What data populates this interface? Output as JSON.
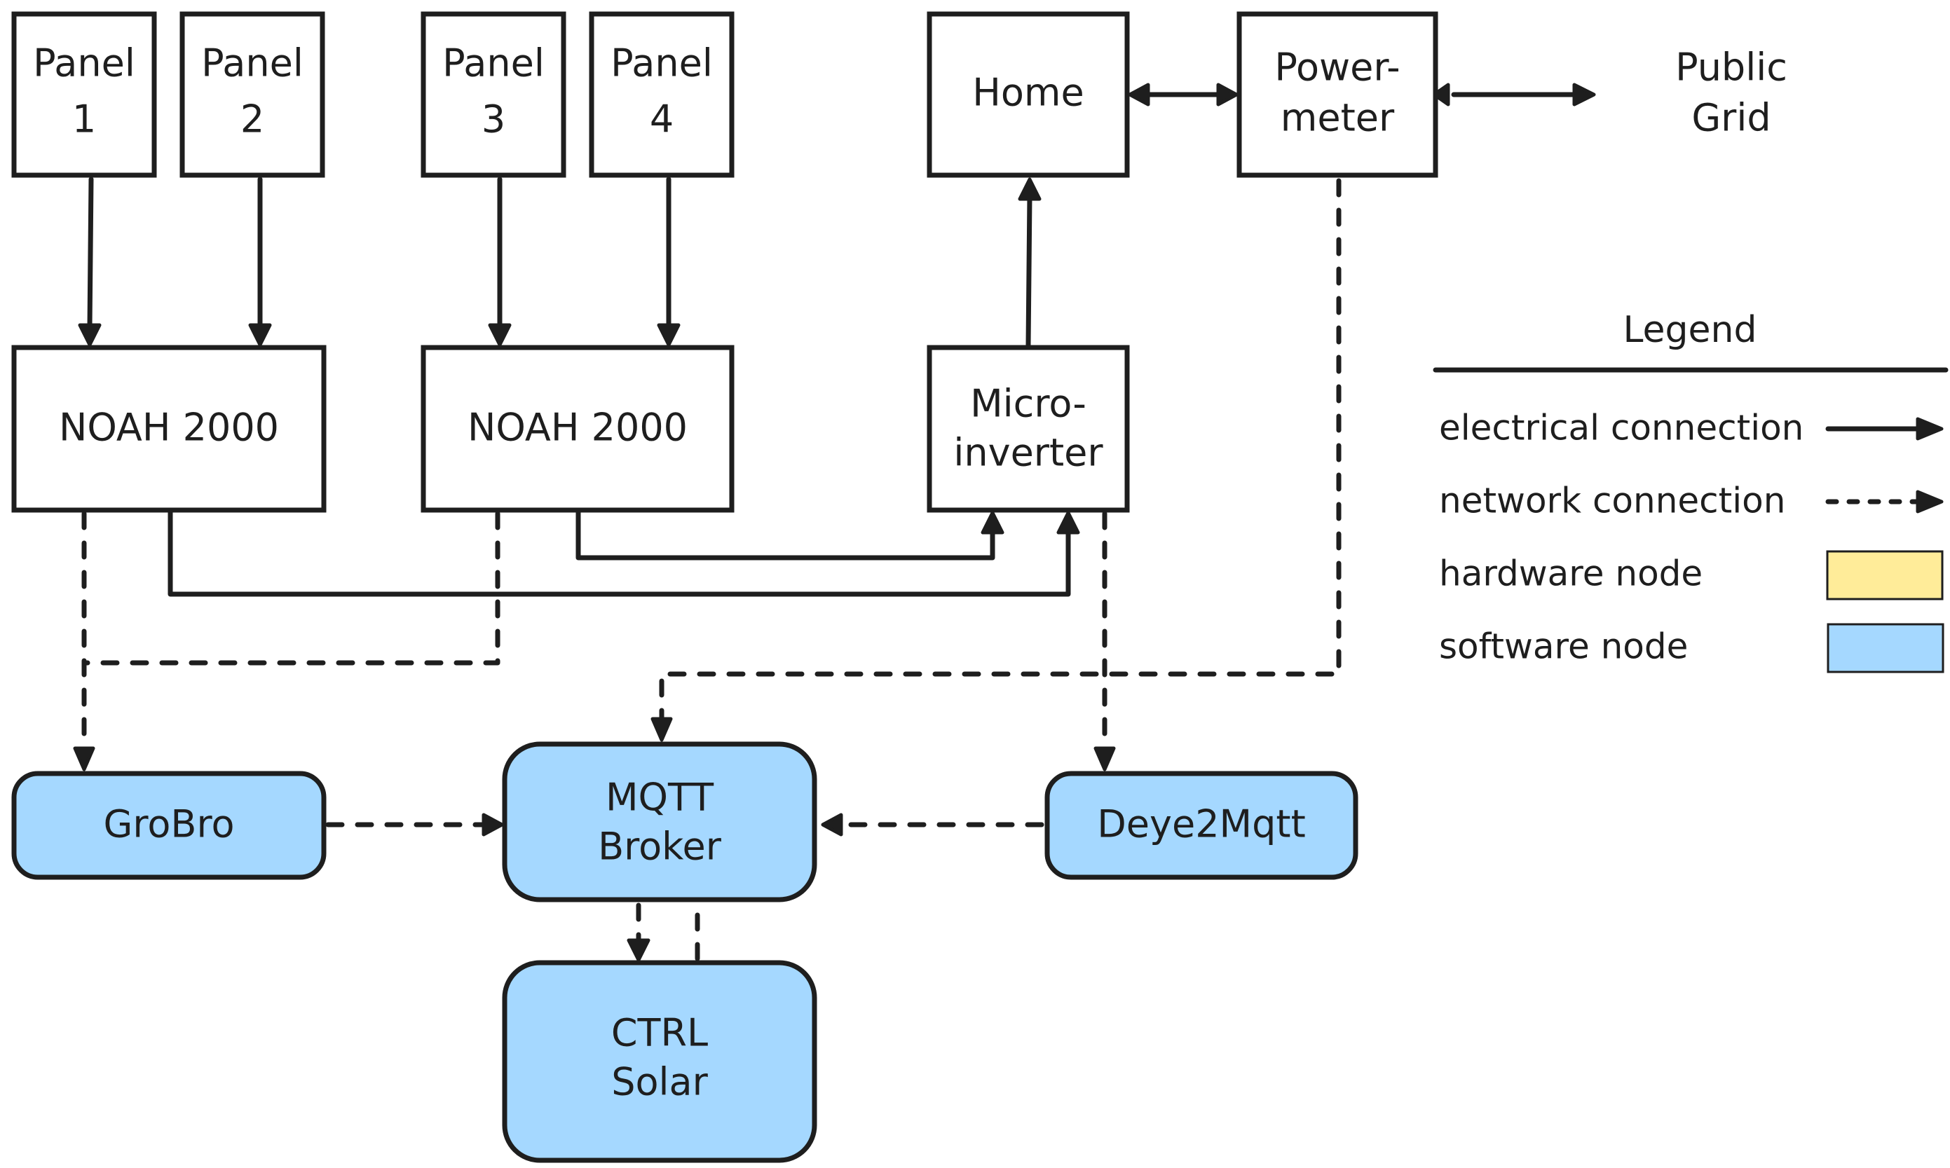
{
  "diagram": {
    "nodes": [
      {
        "id": "panel1",
        "lines": [
          "Panel",
          "1"
        ],
        "kind": "hardware"
      },
      {
        "id": "panel2",
        "lines": [
          "Panel",
          "2"
        ],
        "kind": "hardware"
      },
      {
        "id": "panel3",
        "lines": [
          "Panel",
          "3"
        ],
        "kind": "hardware"
      },
      {
        "id": "panel4",
        "lines": [
          "Panel",
          "4"
        ],
        "kind": "hardware"
      },
      {
        "id": "home",
        "lines": [
          "Home"
        ],
        "kind": "hardware"
      },
      {
        "id": "powermeter",
        "lines": [
          "Power-",
          "meter"
        ],
        "kind": "hardware"
      },
      {
        "id": "public_grid",
        "lines": [
          "Public",
          "Grid"
        ],
        "kind": "label"
      },
      {
        "id": "noah1",
        "lines": [
          "NOAH 2000"
        ],
        "kind": "hardware"
      },
      {
        "id": "noah2",
        "lines": [
          "NOAH 2000"
        ],
        "kind": "hardware"
      },
      {
        "id": "microinverter",
        "lines": [
          "Micro-",
          "inverter"
        ],
        "kind": "hardware"
      },
      {
        "id": "grobro",
        "lines": [
          "GroBro"
        ],
        "kind": "software"
      },
      {
        "id": "mqtt",
        "lines": [
          "MQTT",
          "Broker"
        ],
        "kind": "software"
      },
      {
        "id": "deye2mqtt",
        "lines": [
          "Deye2Mqtt"
        ],
        "kind": "software"
      },
      {
        "id": "ctrlsolar",
        "lines": [
          "CTRL",
          "Solar"
        ],
        "kind": "software"
      }
    ],
    "edges": [
      {
        "from": "panel1",
        "to": "noah1",
        "type": "electrical"
      },
      {
        "from": "panel2",
        "to": "noah1",
        "type": "electrical"
      },
      {
        "from": "panel3",
        "to": "noah2",
        "type": "electrical"
      },
      {
        "from": "panel4",
        "to": "noah2",
        "type": "electrical"
      },
      {
        "from": "microinverter",
        "to": "home",
        "type": "electrical"
      },
      {
        "from": "home",
        "to": "powermeter",
        "type": "electrical",
        "bidirectional": true
      },
      {
        "from": "powermeter",
        "to": "public_grid",
        "type": "electrical",
        "bidirectional": true
      },
      {
        "from": "noah1",
        "to": "microinverter",
        "type": "electrical"
      },
      {
        "from": "noah2",
        "to": "microinverter",
        "type": "electrical"
      },
      {
        "from": "noah1",
        "to": "grobro",
        "type": "network"
      },
      {
        "from": "noah2",
        "to": "grobro",
        "type": "network"
      },
      {
        "from": "powermeter",
        "to": "mqtt",
        "type": "network"
      },
      {
        "from": "microinverter",
        "to": "deye2mqtt",
        "type": "network"
      },
      {
        "from": "grobro",
        "to": "mqtt",
        "type": "network"
      },
      {
        "from": "deye2mqtt",
        "to": "mqtt",
        "type": "network"
      },
      {
        "from": "mqtt",
        "to": "ctrlsolar",
        "type": "network"
      },
      {
        "from": "ctrlsolar",
        "to": "mqtt",
        "type": "network"
      }
    ]
  },
  "legend": {
    "title": "Legend",
    "items": [
      {
        "label": "electrical connection",
        "symbol": "solid-arrow"
      },
      {
        "label": "network connection",
        "symbol": "dashed-arrow"
      },
      {
        "label": "hardware node",
        "symbol": "swatch",
        "color": "#ffec99"
      },
      {
        "label": "software node",
        "symbol": "swatch",
        "color": "#a5d8ff"
      }
    ]
  },
  "colors": {
    "stroke": "#1e1e1e",
    "hardware_fill_in_legend": "#ffec99",
    "software_fill": "#a5d8ff",
    "hardware_box_fill": "#ffffff",
    "background": "#ffffff"
  }
}
